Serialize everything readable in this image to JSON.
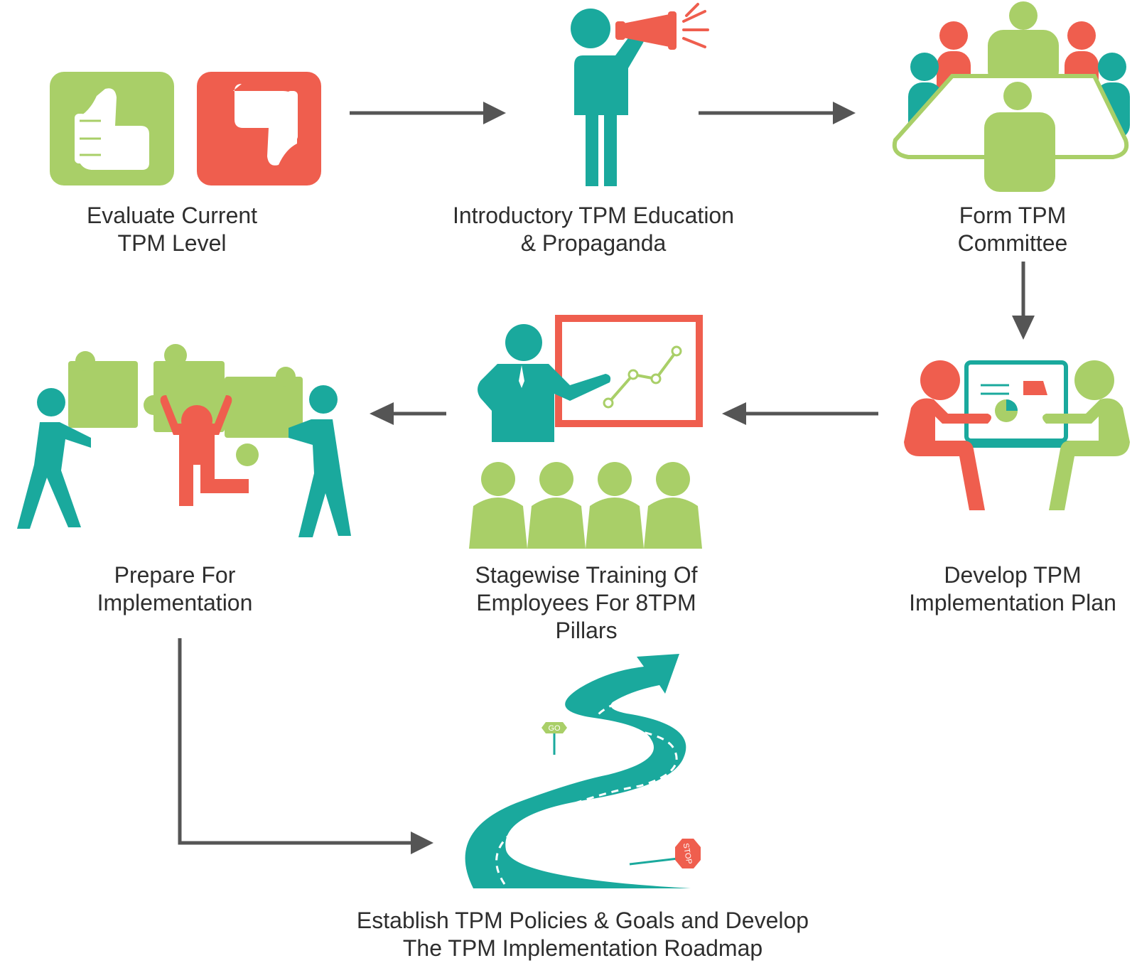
{
  "colors": {
    "teal": "#1aa99d",
    "green": "#a9cf68",
    "red": "#ef5e4e",
    "arrow": "#555555"
  },
  "steps": [
    {
      "icon": "thumbs-up-down-icon",
      "line1": "Evaluate Current",
      "line2": "TPM Level"
    },
    {
      "icon": "megaphone-person-icon",
      "line1": "Introductory TPM Education",
      "line2": "& Propaganda"
    },
    {
      "icon": "meeting-table-icon",
      "line1": "Form TPM",
      "line2": "Committee"
    },
    {
      "icon": "planning-meeting-icon",
      "line1": "Develop TPM",
      "line2": "Implementation Plan"
    },
    {
      "icon": "presentation-training-icon",
      "line1": "Stagewise Training Of",
      "line2": "Employees For 8TPM",
      "line3": "Pillars"
    },
    {
      "icon": "puzzle-team-icon",
      "line1": "Prepare For",
      "line2": "Implementation"
    },
    {
      "icon": "roadmap-icon",
      "line1": "Establish TPM Policies & Goals and Develop",
      "line2": "The TPM Implementation Roadmap",
      "go_sign": "GO",
      "stop_sign": "STOP"
    }
  ]
}
